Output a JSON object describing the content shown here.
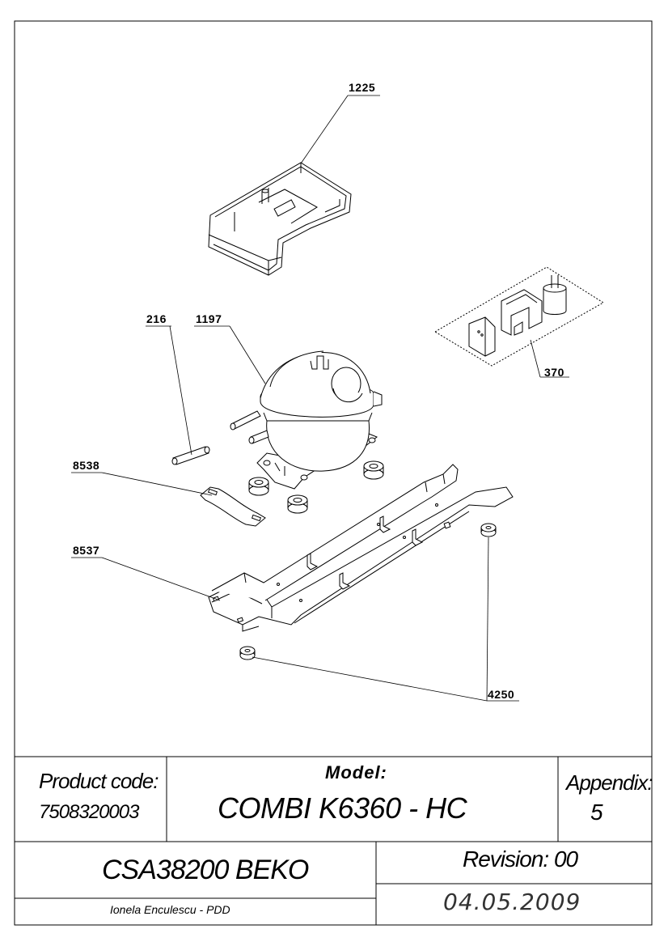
{
  "diagram": {
    "callouts": [
      {
        "id": "c1225",
        "label": "1225"
      },
      {
        "id": "c216",
        "label": "216"
      },
      {
        "id": "c1197",
        "label": "1197"
      },
      {
        "id": "c370",
        "label": "370"
      },
      {
        "id": "c8538",
        "label": "8538"
      },
      {
        "id": "c8537",
        "label": "8537"
      },
      {
        "id": "c4250",
        "label": "4250"
      }
    ]
  },
  "title_block": {
    "product_code_label": "Product code:",
    "product_code": "7508320003",
    "model_label": "Model:",
    "model": "COMBI K6360 - HC",
    "appendix_label": "Appendix:",
    "appendix": "5",
    "part_group": "CSA38200 BEKO",
    "revision": "Revision: 00",
    "author": "Ionela Enculescu - PDD",
    "date": "04.05.2009"
  }
}
